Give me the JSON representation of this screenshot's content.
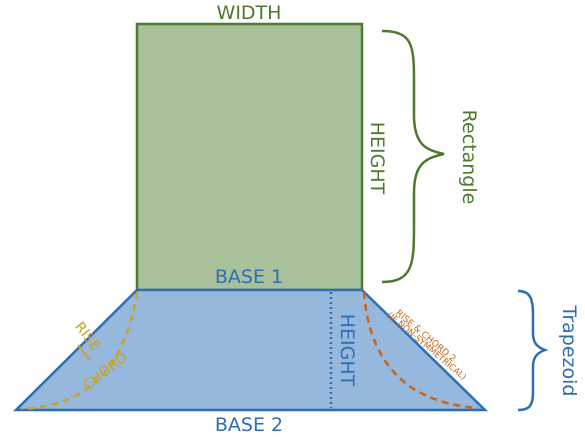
{
  "rectangle": {
    "width_label": "WIDTH",
    "height_label": "HEIGHT",
    "bracket_label": "Rectangle",
    "fill_color": "#a8c19a",
    "stroke_color": "#4d7a2e"
  },
  "trapezoid": {
    "base1_label": "BASE 1",
    "base2_label": "BASE 2",
    "height_label": "HEIGHT",
    "bracket_label": "Trapezoid",
    "rise_label": "RISE",
    "chord_label": "CHORD",
    "rise_chord2_label": "RISE & CHORD 2",
    "non_symmetrical_label": "(IF NON-SYMMETRICAL)",
    "fill_color": "#96b8dc",
    "stroke_color": "#2f6db5"
  },
  "colors": {
    "rise_chord_curve": "#c9a227",
    "rise_chord2_curve": "#c8651a"
  }
}
